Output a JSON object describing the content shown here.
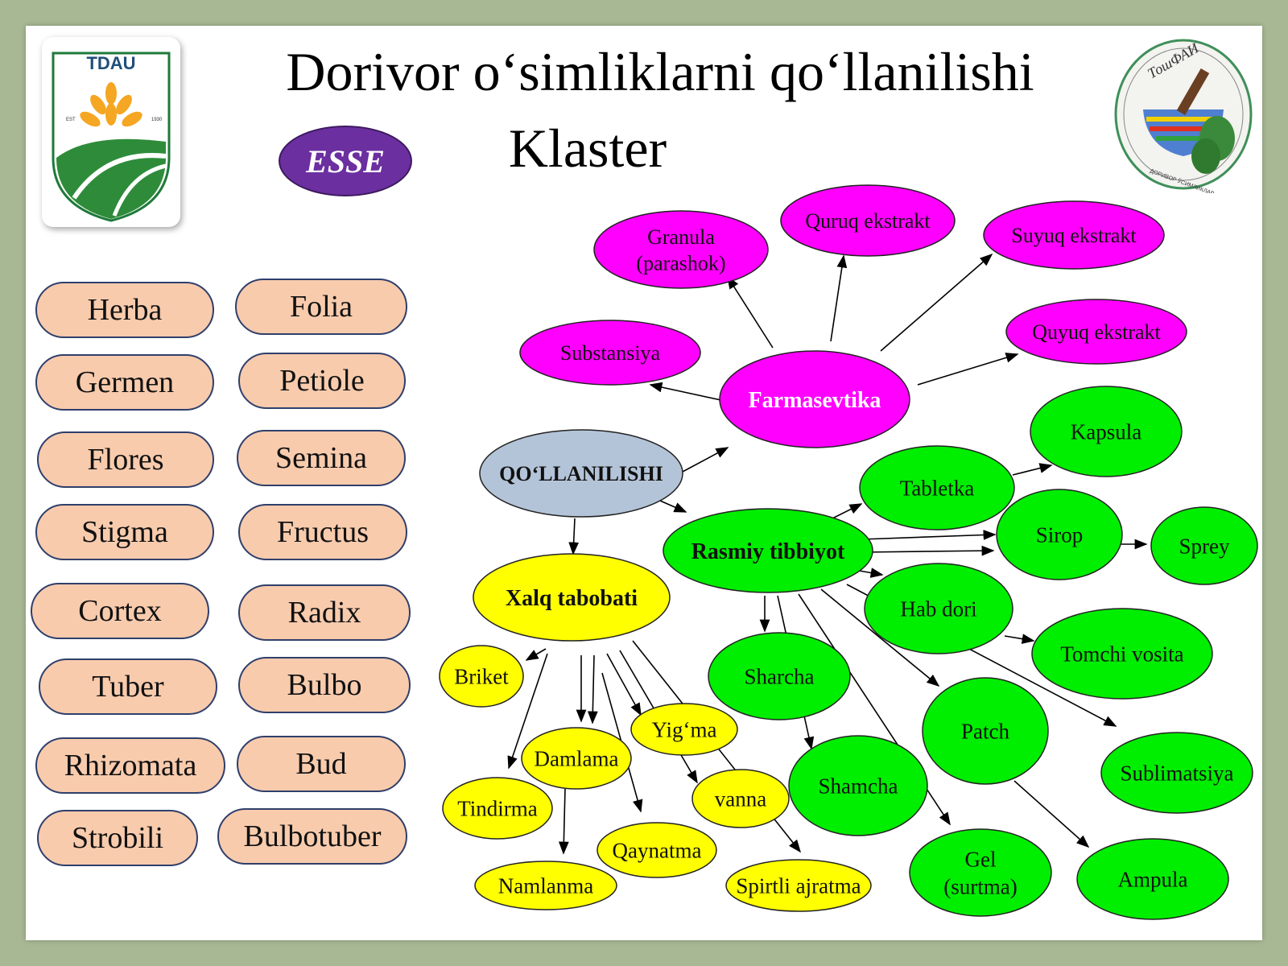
{
  "title": {
    "line1": "Dorivor o‘simliklarni qo‘llanilishi",
    "line2": "Klaster"
  },
  "logos": {
    "left_text": "TDAU",
    "left_est": "EST",
    "left_year": "1930",
    "right_text": "ТошФАИ",
    "right_subtext": "ДОРИВОР ЎСИМЛИКЛАР"
  },
  "badge": "ESSE",
  "plant_parts": [
    "Herba",
    "Folia",
    "Germen",
    "Petiole",
    "Flores",
    "Semina",
    "Stigma",
    "Fructus",
    "Cortex",
    "Radix",
    "Tuber",
    "Bulbo",
    "Rhizomata",
    "Bud",
    "Strobili",
    "Bulbotuber"
  ],
  "colors": {
    "pink": "#ff00ff",
    "green": "#00ee00",
    "yellow": "#ffff00",
    "blue": "#b4c4d8",
    "peach": "#f8cbad",
    "esse": "#6b2fa0"
  },
  "cluster": {
    "center": "QO‘LLANILISHI",
    "farmasevtika": {
      "label": "Farmasevtika",
      "children": [
        "Granula\n(parashok)",
        "Quruq ekstrakt",
        "Suyuq ekstrakt",
        "Quyuq ekstrakt",
        "Substansiya"
      ]
    },
    "rasmiy": {
      "label": "Rasmiy tibbiyot",
      "children": [
        "Kapsula",
        "Tabletka",
        "Sirop",
        "Sprey",
        "Hab dori",
        "Tomchi vosita",
        "Sharcha",
        "Shamcha",
        "Patch",
        "Sublimatsiya",
        "Gel\n(surtma)",
        "Ampula"
      ]
    },
    "xalq": {
      "label": "Xalq tabobati",
      "children": [
        "Briket",
        "Yig‘ma",
        "Damlama",
        "Tindirma",
        "vanna",
        "Qaynatma",
        "Namlanma",
        "Spirtli ajratma"
      ]
    }
  }
}
